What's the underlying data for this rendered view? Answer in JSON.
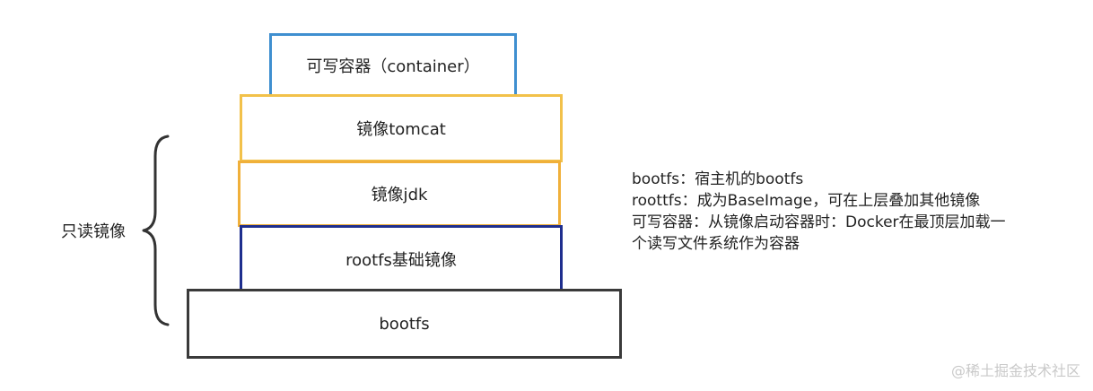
{
  "layers": {
    "container": "可写容器（container）",
    "tomcat": "镜像tomcat",
    "jdk": "镜像jdk",
    "rootfs": "rootfs基础镜像",
    "bootfs": "bootfs"
  },
  "readonly_label": "只读镜像",
  "notes": {
    "line1": "bootfs：宿主机的bootfs",
    "line2": "roottfs：成为BaseImage，可在上层叠加其他镜像",
    "line3": "可写容器：从镜像启动容器时：Docker在最顶层加载一",
    "line4": "个读写文件系统作为容器"
  },
  "watermark": "@稀土掘金技术社区",
  "colors": {
    "container_border": "#3f8fd0",
    "tomcat_border": "#f2c14a",
    "jdk_border": "#f0b03a",
    "rootfs_border": "#1e2e8e",
    "bootfs_border": "#3a3a3a"
  }
}
